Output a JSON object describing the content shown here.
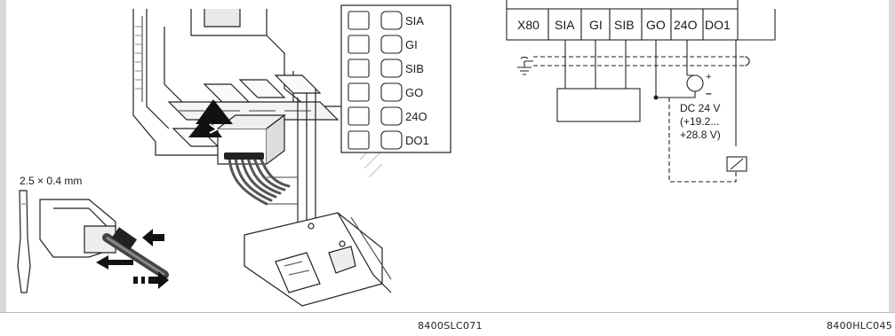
{
  "left_figure": {
    "screwdriver_label": "2.5 × 0.4 mm",
    "terminal_labels": [
      "SIA",
      "GI",
      "SIB",
      "GO",
      "24O",
      "DO1"
    ],
    "figure_code": "8400SLC071"
  },
  "right_figure": {
    "header_cells": [
      "X80",
      "SIA",
      "GI",
      "SIB",
      "GO",
      "24O",
      "DO1"
    ],
    "supply_label_line1": "DC 24 V",
    "supply_label_line2": "(+19.2...",
    "supply_label_line3": "+28.8 V)",
    "plus_sign": "+",
    "minus_sign": "–",
    "figure_code": "8400HLC045"
  }
}
